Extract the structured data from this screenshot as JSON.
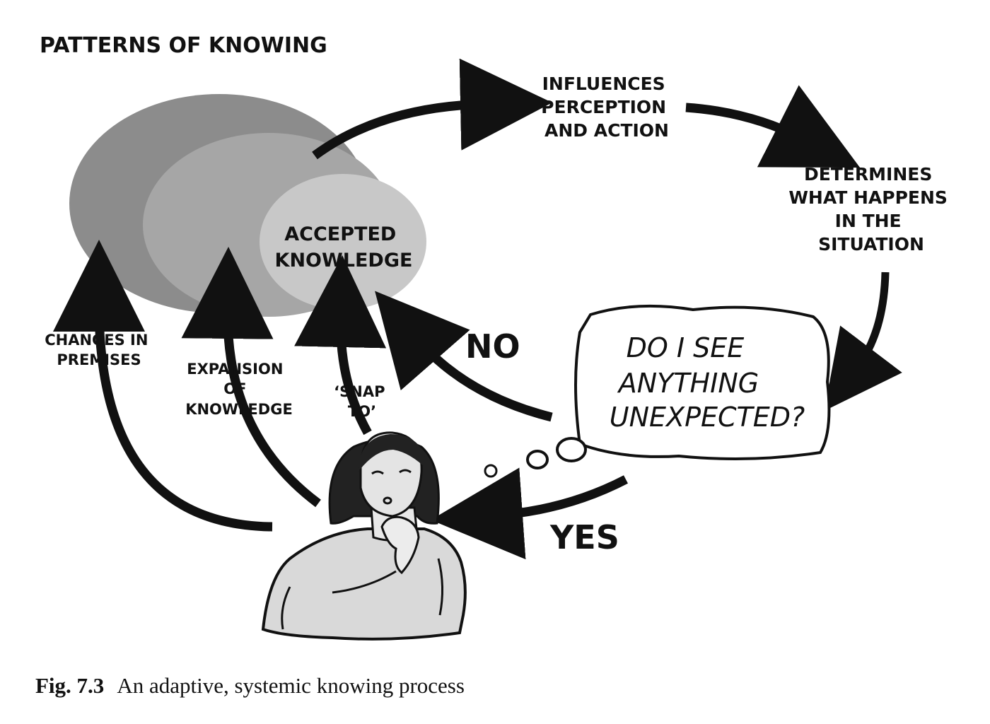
{
  "title": "PATTERNS OF KNOWING",
  "nodes": {
    "accepted": [
      "ACCEPTED",
      "KNOWLEDGE"
    ],
    "influences": [
      "INFLUENCES",
      "PERCEPTION",
      "AND ACTION"
    ],
    "determines": [
      "DETERMINES",
      "WHAT HAPPENS",
      "IN THE",
      "SITUATION"
    ],
    "question": [
      "DO I SEE",
      "ANYTHING",
      "UNEXPECTED?"
    ]
  },
  "labels": {
    "changes": [
      "CHANGES IN",
      "PREMISES"
    ],
    "expansion": [
      "EXPANSION",
      "OF",
      "KNOWLEDGE"
    ],
    "snap": [
      "‘SNAP",
      "TO’"
    ],
    "no": "NO",
    "yes": "YES"
  },
  "caption": {
    "fig": "Fig. 7.3",
    "text": "An adaptive, systemic knowing process"
  },
  "colors": {
    "outer_ellipse": "#8c8c8c",
    "middle_ellipse": "#a6a6a6",
    "inner_ellipse": "#c8c8c8",
    "ink": "#111111"
  }
}
